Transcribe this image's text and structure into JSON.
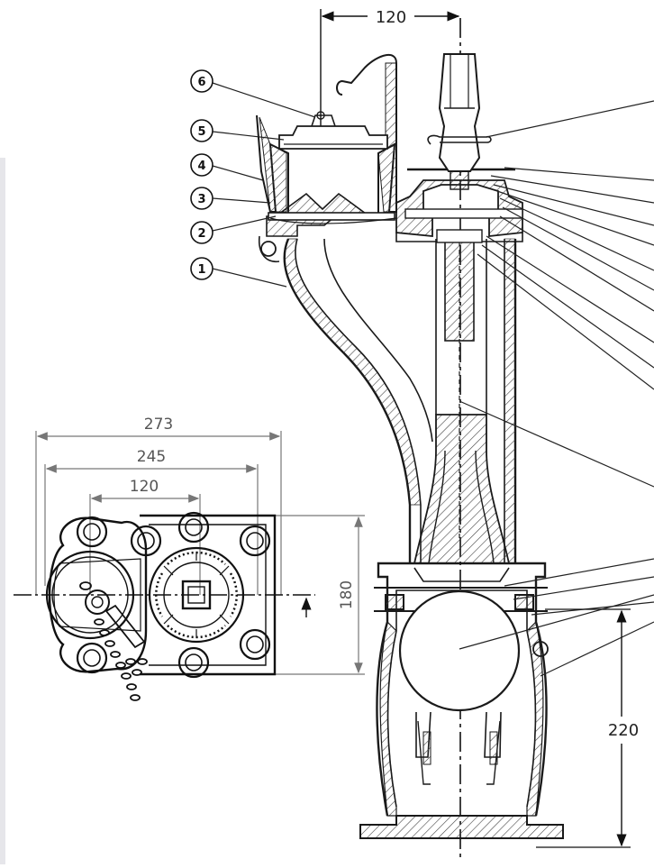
{
  "diagram": {
    "dimensions": {
      "top_width": "120",
      "plan_overall": "273",
      "plan_flange": "245",
      "plan_centers": "120",
      "plan_height": "180",
      "valve_height": "220"
    },
    "callouts": [
      "1",
      "2",
      "3",
      "4",
      "5",
      "6"
    ],
    "colors": {
      "line": "#1a1a1a",
      "hatch": "#444444",
      "dim": "#666666"
    }
  }
}
